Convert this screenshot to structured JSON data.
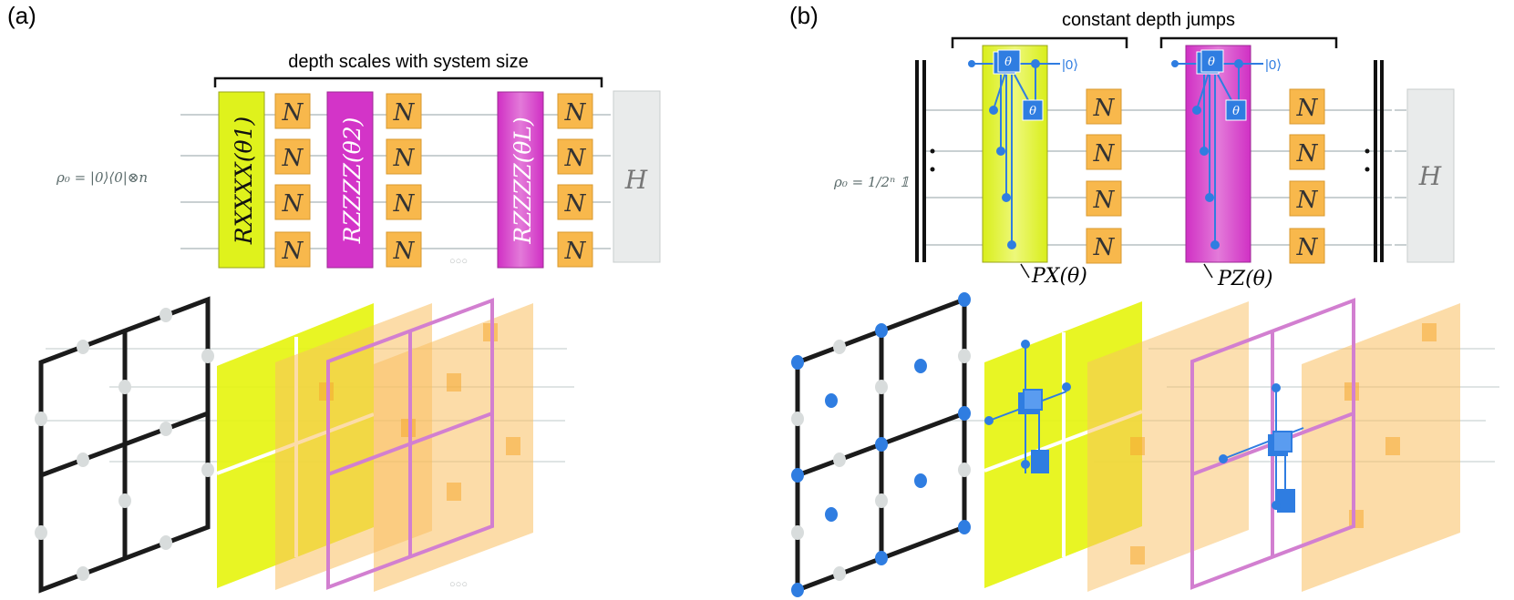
{
  "panel_a": {
    "label": "(a)",
    "bracket_label": "depth scales with system size",
    "state_label": "ρ₀ = |0⟩⟨0|⊗n",
    "gate1": "RXXXX(θ1)",
    "gate2": "RZZZZ(θ2)",
    "gate3": "RZZZZ(θL)",
    "noise": "N",
    "measure": "H",
    "ellipsis": "○○○"
  },
  "panel_b": {
    "label": "(b)",
    "bracket_label": "constant depth jumps",
    "state_label": "ρ₀ = 1/2ⁿ 𝟙",
    "theta": "θ",
    "ancilla": "|0⟩",
    "px_label": "PX(θ)",
    "pz_label": "PZ(θ)",
    "noise": "N",
    "measure": "H"
  },
  "colors": {
    "yellow": "#dff21c",
    "magenta": "#d245c9",
    "orange": "#f8b84c",
    "blue": "#2f7de1",
    "grid": "#1c1c1c",
    "wire": "#c9d0d2",
    "hbox": "#e9ebeb"
  }
}
